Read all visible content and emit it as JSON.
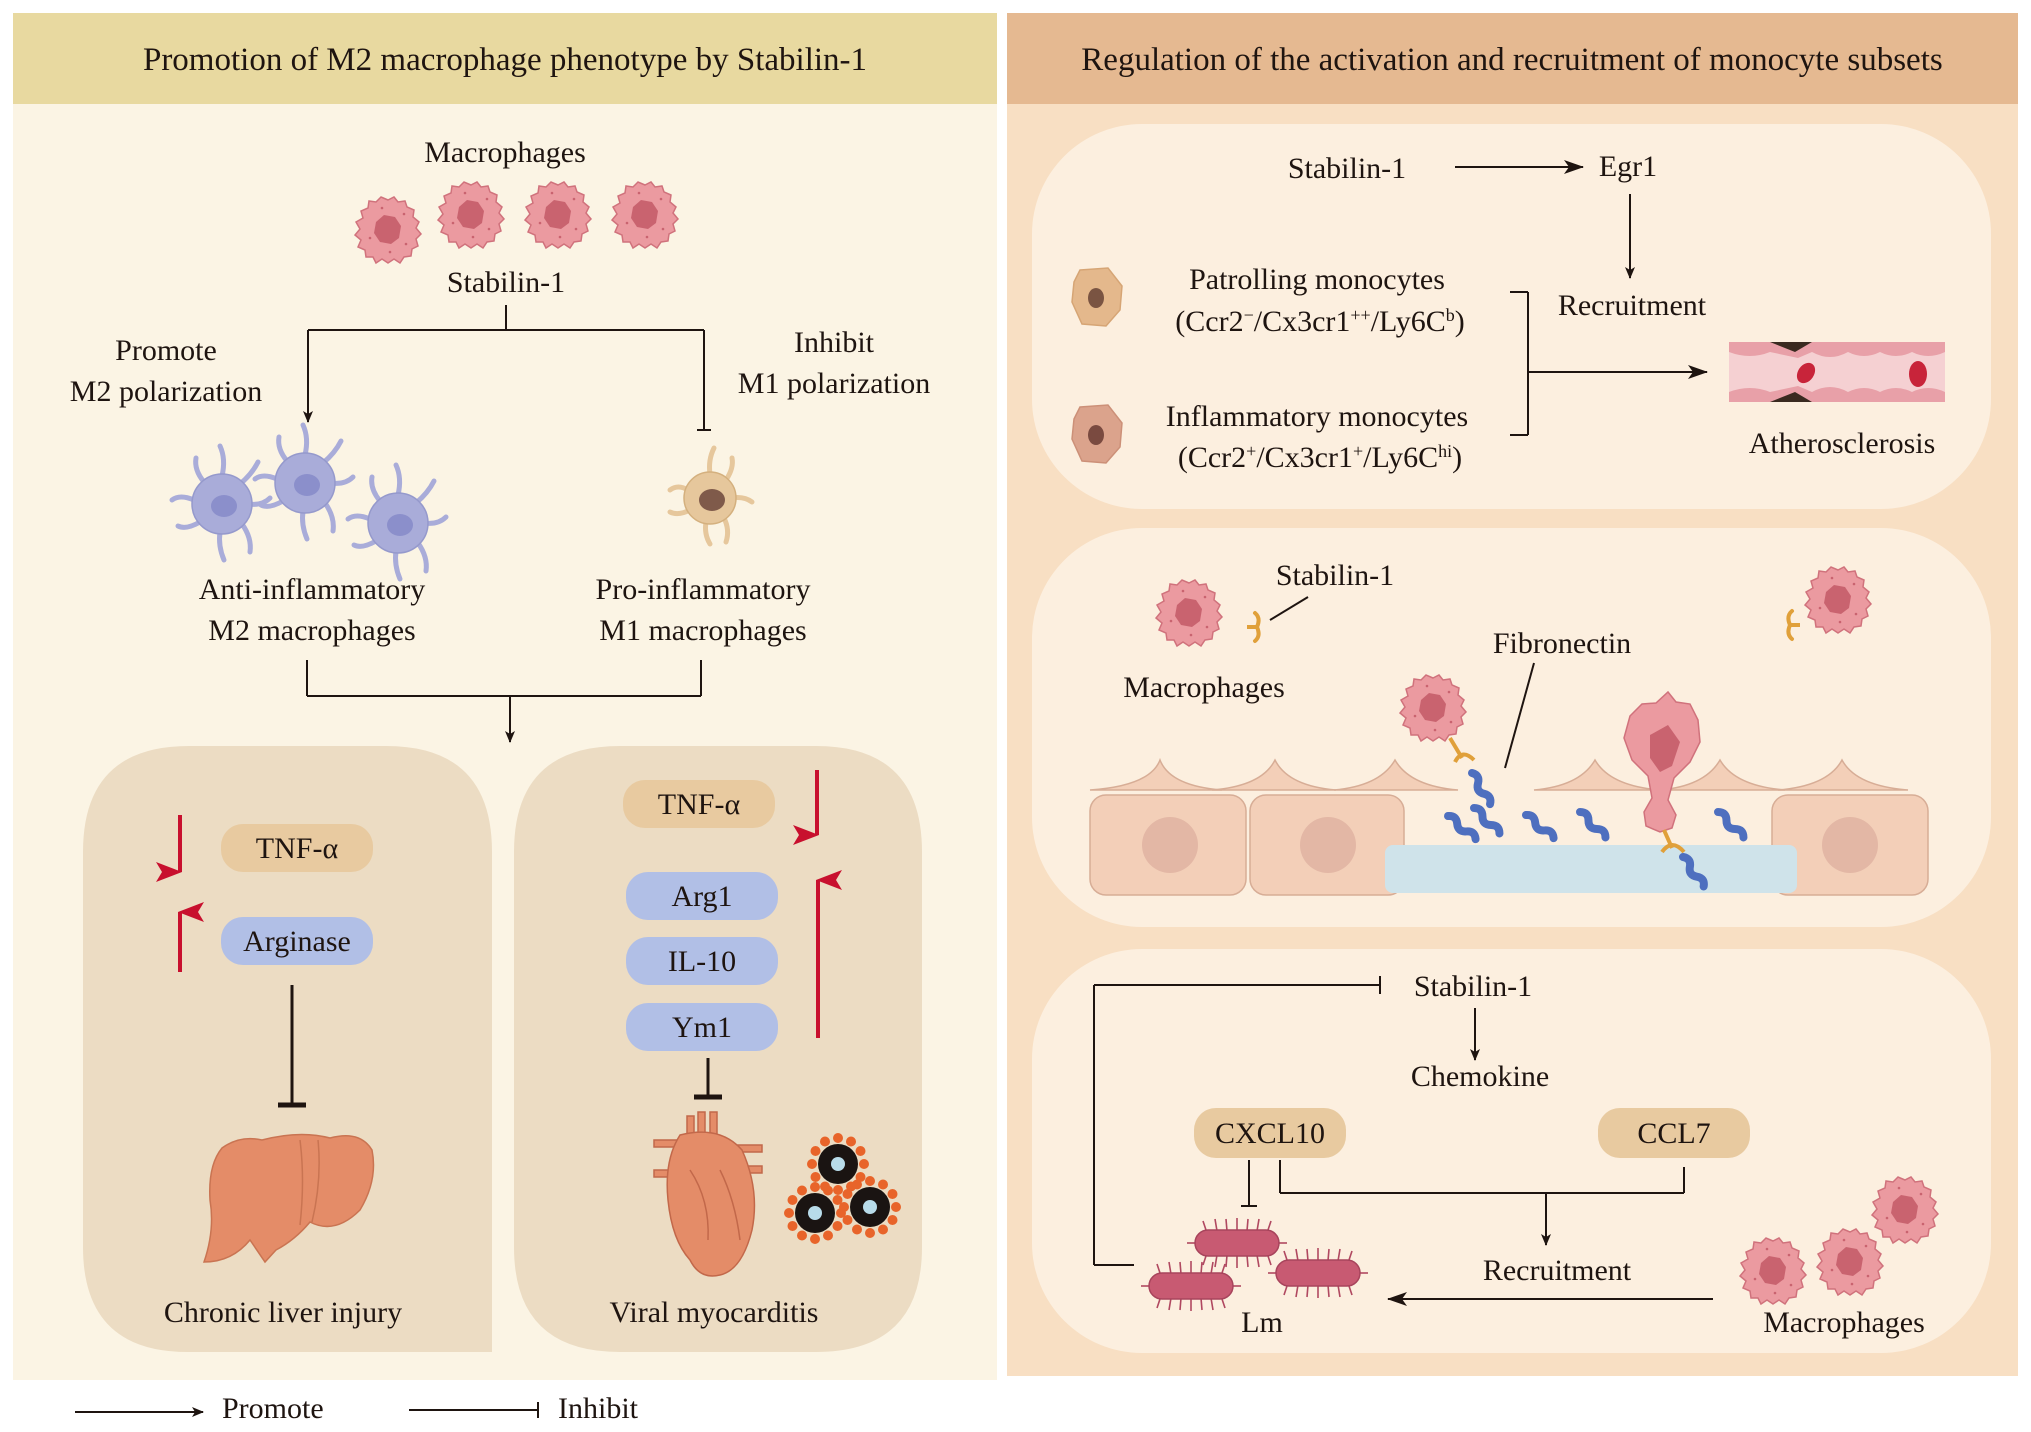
{
  "colors": {
    "left_header": "#e8d9a0",
    "left_body": "#fbf4e4",
    "right_header": "#e5b991",
    "right_body": "#f8dfc3",
    "inner_box": "#fcefdf",
    "disease_box": "#ecdcc3",
    "pill_tan": "#e8caa0",
    "pill_blue": "#b1bfe6",
    "red_arrow": "#c8102e",
    "macrophage": "#eb9aa0",
    "macrophage_nucleus": "#c9636f",
    "m2_cell": "#a9acd9",
    "m1_cell": "#e6c79c",
    "liver": "#e48c68",
    "bacteria": "#c85a72"
  },
  "left_panel": {
    "title": "Promotion of M2 macrophage phenotype by Stabilin-1",
    "macrophages_label": "Macrophages",
    "stabilin_label": "Stabilin-1",
    "promote_label": [
      "Promote",
      "M2 polarization"
    ],
    "inhibit_label": [
      "Inhibit",
      "M1 polarization"
    ],
    "m2_label": [
      "Anti-inflammatory",
      "M2 macrophages"
    ],
    "m1_label": [
      "Pro-inflammatory",
      "M1 macrophages"
    ],
    "liver_box": {
      "markers": [
        {
          "name": "TNF-α",
          "direction": "down",
          "style": "tan"
        },
        {
          "name": "Arginase",
          "direction": "up",
          "style": "blue"
        }
      ],
      "outcome": "Chronic liver injury"
    },
    "heart_box": {
      "markers": [
        {
          "name": "TNF-α",
          "direction": "down",
          "style": "tan"
        },
        {
          "name": "Arg1",
          "direction": "up",
          "style": "blue"
        },
        {
          "name": "IL-10",
          "direction": "up",
          "style": "blue"
        },
        {
          "name": "Ym1",
          "direction": "up",
          "style": "blue"
        }
      ],
      "outcome": "Viral myocarditis"
    }
  },
  "right_panel": {
    "title": "Regulation of the activation and recruitment of monocyte subsets",
    "box1": {
      "stabilin": "Stabilin-1",
      "egr1": "Egr1",
      "recruitment": "Recruitment",
      "patrolling": {
        "name": "Patrolling monocytes",
        "marker_prefix": "(Ccr2",
        "sup1": "−",
        "mid1": "/Cx3cr1",
        "sup2": "++",
        "mid2": "/Ly6C",
        "sup3": "b",
        "suffix": ")"
      },
      "inflammatory": {
        "name": "Inflammatory monocytes",
        "marker_prefix": "(Ccr2",
        "sup1": "+",
        "mid1": "/Cx3cr1",
        "sup2": "+",
        "mid2": "/Ly6C",
        "sup3": "hi",
        "suffix": ")"
      },
      "outcome": "Atherosclerosis"
    },
    "box2": {
      "stabilin": "Stabilin-1",
      "macrophages": "Macrophages",
      "fibronectin": "Fibronectin"
    },
    "box3": {
      "stabilin": "Stabilin-1",
      "chemokine": "Chemokine",
      "cxcl10": "CXCL10",
      "ccl7": "CCL7",
      "recruitment": "Recruitment",
      "lm": "Lm",
      "macrophages": "Macrophages"
    }
  },
  "legend": {
    "promote": "Promote",
    "inhibit": "Inhibit"
  }
}
